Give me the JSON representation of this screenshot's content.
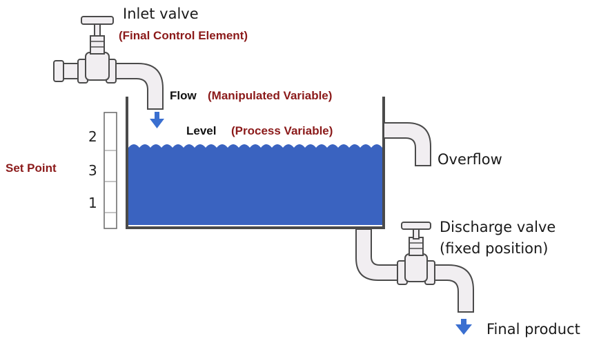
{
  "labels": {
    "inlet_valve": "Inlet valve",
    "final_control_element": "(Final Control Element)",
    "flow": "Flow",
    "manipulated_variable": "(Manipulated Variable)",
    "level": "Level",
    "process_variable": "(Process Variable)",
    "set_point": "Set Point",
    "overflow": "Overflow",
    "discharge_valve": "Discharge valve",
    "fixed_position": "(fixed position)",
    "final_product": "Final product"
  },
  "gauge": {
    "ticks": [
      "2",
      "3",
      "1"
    ]
  },
  "colors": {
    "water": "#3a63c0",
    "pipe_fill": "#f1eef1",
    "pipe_stroke": "#4a4a4a",
    "arrow": "#3a6fd0",
    "annotation_red": "#8b1a1a"
  }
}
